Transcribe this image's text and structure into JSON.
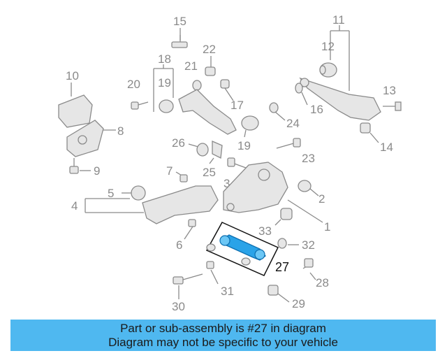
{
  "labels": {
    "n1": "1",
    "n2": "2",
    "n3": "3",
    "n4": "4",
    "n5": "5",
    "n6": "6",
    "n7": "7",
    "n8": "8",
    "n9": "9",
    "n10": "10",
    "n11": "11",
    "n12": "12",
    "n13": "13",
    "n14": "14",
    "n15": "15",
    "n16": "16",
    "n17": "17",
    "n18": "18",
    "n19a": "19",
    "n19b": "19",
    "n20": "20",
    "n21": "21",
    "n22": "22",
    "n23": "23",
    "n24": "24",
    "n25": "25",
    "n26": "26",
    "n27": "27",
    "n28": "28",
    "n29": "29",
    "n30": "30",
    "n31": "31",
    "n32": "32",
    "n33": "33"
  },
  "highlight_color": "#2aa3e8",
  "banner": {
    "line1": "Part or sub-assembly is #27 in diagram",
    "line2": "Diagram may not be specific to your vehicle",
    "color": "#4fb8f0"
  }
}
